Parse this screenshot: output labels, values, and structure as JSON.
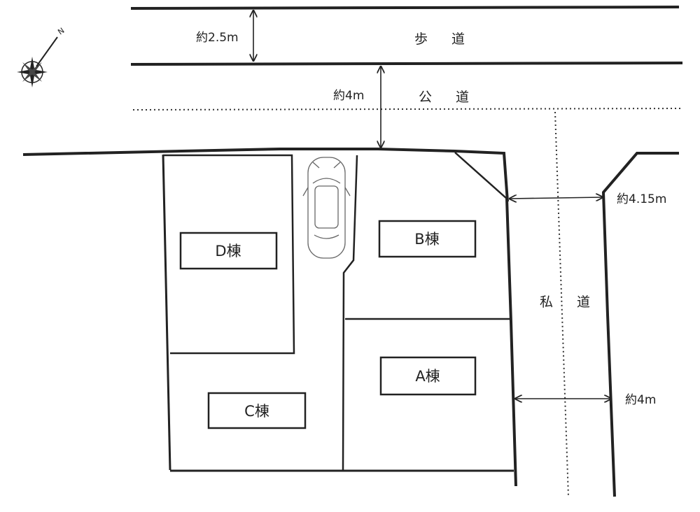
{
  "roads": {
    "sidewalk": "歩 道",
    "public_road": "公 道",
    "private_road": "私 道"
  },
  "dimensions": {
    "sidewalk_width": "約2.5m",
    "public_road_width": "約4m",
    "private_road_width_top": "約4.15m",
    "private_road_width_bottom": "約4m"
  },
  "buildings": {
    "a": "A棟",
    "b": "B棟",
    "c": "C棟",
    "d": "D棟"
  },
  "compass": {
    "north_mark": "N"
  },
  "colors": {
    "line": "#222222",
    "paper": "#ffffff"
  }
}
